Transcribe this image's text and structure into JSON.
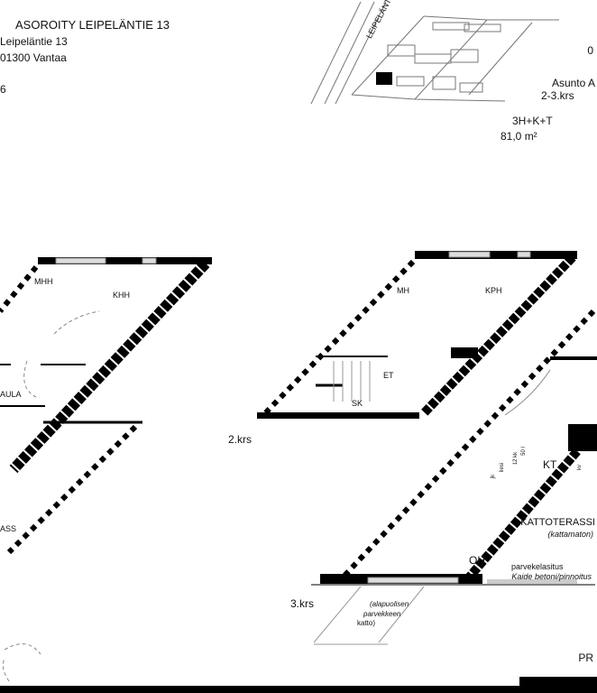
{
  "header": {
    "title": "ASOROITY LEIPELÄNTIE 13",
    "address": "Leipeläntie 13",
    "city": "01300 Vantaa",
    "code": "6"
  },
  "apartment": {
    "label": "Asunto A",
    "floors": "2-3.krs",
    "type": "3H+K+T",
    "area": "81,0 m²",
    "corner_mark": "0"
  },
  "site_plan": {
    "street_label": "LEIPELÄNTIE"
  },
  "plan_2krs_left": {
    "rooms": [
      "MHH",
      "KHH",
      "AULA",
      "ASS"
    ],
    "floor_label": "2.krs"
  },
  "plan_2krs_mid": {
    "rooms": [
      "MH",
      "KPH",
      "ET",
      "SK"
    ]
  },
  "plan_3krs": {
    "rooms": [
      "KT",
      "KATTOTERASSI",
      "OH"
    ],
    "roof_note": "(kattamaton)",
    "appliances": [
      "jk",
      "liesi",
      "12 kk",
      "50 l",
      "kv"
    ],
    "balcony_glazing": "parvekelasitus",
    "railing": "Kaide betoni/pinnoitus",
    "floor_label": "3.krs",
    "below_note": [
      "(alapuolisen",
      "parvekkeen",
      "katto)"
    ],
    "stair_label": "PR"
  },
  "colors": {
    "wall": "#000000",
    "line": "#888888",
    "window": "#cccccc"
  }
}
